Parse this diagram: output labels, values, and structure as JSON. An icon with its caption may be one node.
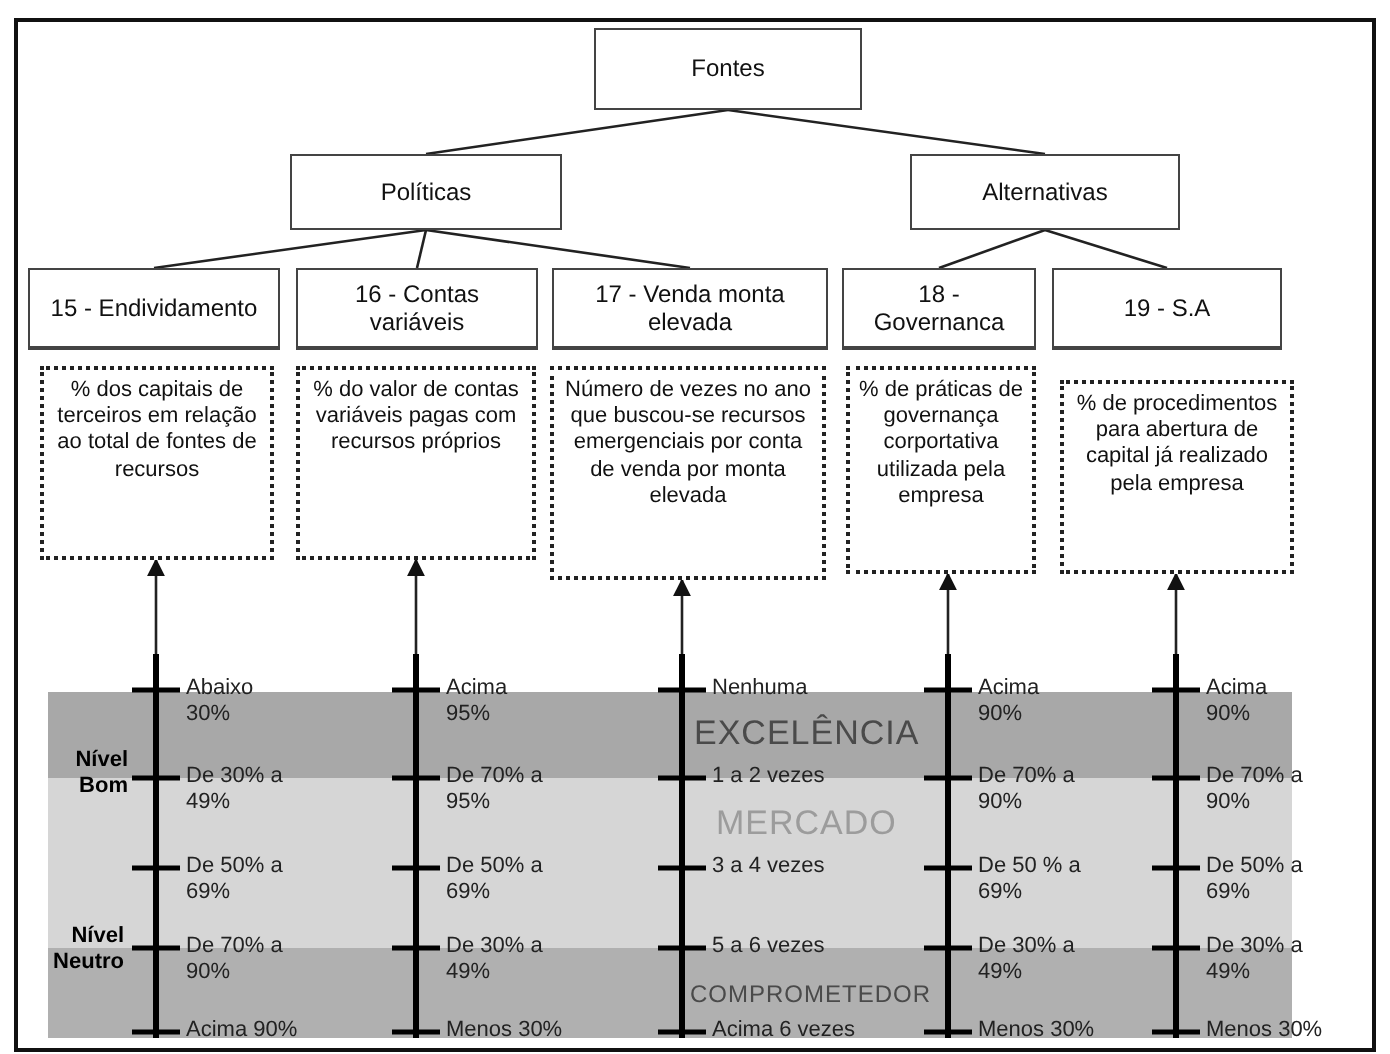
{
  "diagram": {
    "nodes": [
      {
        "text": [
          "Fontes"
        ]
      },
      {
        "text": [
          "Políticas"
        ]
      },
      {
        "text": [
          "Alternativas"
        ]
      },
      {
        "text": [
          "15 - Endividamento"
        ]
      },
      {
        "text": [
          "16 - Contas variáveis"
        ]
      },
      {
        "text": [
          "17 - Venda monta elevada"
        ]
      },
      {
        "text": [
          "18 - Governanca"
        ]
      },
      {
        "text": [
          "19 - S.A"
        ]
      },
      {
        "text": [
          "% dos capitais de terceiros em relação ao total de fontes de recursos"
        ]
      },
      {
        "text": [
          "% do valor de contas variáveis pagas com recursos próprios"
        ]
      },
      {
        "text": [
          "Número de vezes no ano que buscou-se recursos emergenciais por conta de venda por monta elevada"
        ]
      },
      {
        "text": [
          "% de práticas de governança corportativa utilizada pela empresa"
        ]
      },
      {
        "text": [
          "% de procedimentos para abertura de capital já realizado pela empresa"
        ]
      },
      {
        "text": [],
        "shape": "bar",
        "beside": [
          "Abaixo 30%",
          "De 30% a 49%",
          "De 50% a 69%",
          "De 70% a 90%",
          "Acima 90%"
        ]
      },
      {
        "text": [],
        "shape": "bar",
        "beside": [
          "Acima 95%",
          "De 70% a 95%",
          "De 50% a 69%",
          "De 30% a 49%",
          "Menos 30%"
        ]
      },
      {
        "text": [],
        "shape": "bar",
        "beside": [
          "Nenhuma",
          "1 a 2 vezes",
          "3 a 4 vezes",
          "5 a 6 vezes",
          "Acima 6 vezes"
        ]
      },
      {
        "text": [],
        "shape": "bar",
        "beside": [
          "Acima 90%",
          "De 70% a 90%",
          "De 50 % a 69%",
          "De 30% a 49%",
          "Menos 30%"
        ]
      },
      {
        "text": [],
        "shape": "bar",
        "beside": [
          "Acima 90%",
          "De 70% a 90%",
          "De 50% a 69%",
          "De 30% a 49%",
          "Menos 30%"
        ]
      },
      {
        "text": [
          "EXCELÊNCIA"
        ]
      },
      {
        "text": [
          "MERCADO"
        ]
      },
      {
        "text": [
          "COMPROMETEDOR"
        ]
      }
    ],
    "edges": [
      {
        "from": 0,
        "to": 1,
        "arrow": "none"
      },
      {
        "from": 0,
        "to": 2,
        "arrow": "none"
      },
      {
        "from": 1,
        "to": 3,
        "arrow": "none"
      },
      {
        "from": 1,
        "to": 4,
        "arrow": "none"
      },
      {
        "from": 1,
        "to": 5,
        "arrow": "none"
      },
      {
        "from": 2,
        "to": 6,
        "arrow": "none"
      },
      {
        "from": 2,
        "to": 7,
        "arrow": "none"
      },
      {
        "from": 13,
        "to": 8,
        "arrow": "to"
      },
      {
        "from": 14,
        "to": 9,
        "arrow": "to"
      },
      {
        "from": 15,
        "to": 10,
        "arrow": "to"
      },
      {
        "from": 16,
        "to": 11,
        "arrow": "to"
      },
      {
        "from": 17,
        "to": 12,
        "arrow": "to"
      }
    ],
    "labels": [
      "Nível Bom",
      "Nível Neutro"
    ]
  }
}
